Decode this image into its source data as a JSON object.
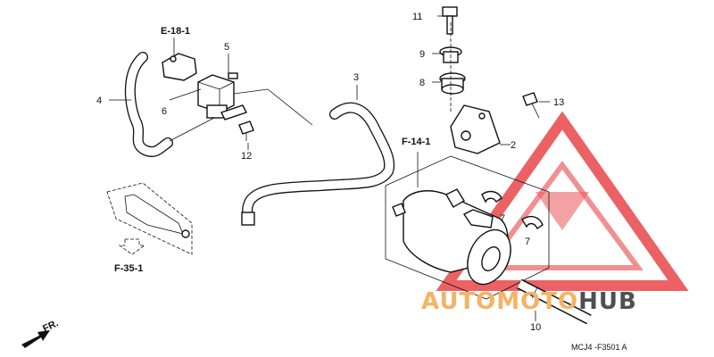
{
  "callouts": {
    "c1": "11",
    "c2": "9",
    "c3": "8",
    "c4": "13",
    "c5": "2",
    "c6": "3",
    "c7": "5",
    "c8": "4",
    "c9": "6",
    "c10": "12",
    "c11": "7",
    "c12": "7",
    "c13": "10"
  },
  "refs": {
    "top_left": "E-18-1",
    "center": "F-14-1",
    "bottom_left": "F-35-1"
  },
  "front_arrow": "FR.",
  "diagram_code": "MCJ4 -F3501 A",
  "watermark": {
    "part1": "AUTO",
    "part2": "MOTO",
    "part3": "HUB",
    "color_red": "#e8464a",
    "color_orange": "#f4b366",
    "color_gray": "#4f4f4f"
  }
}
